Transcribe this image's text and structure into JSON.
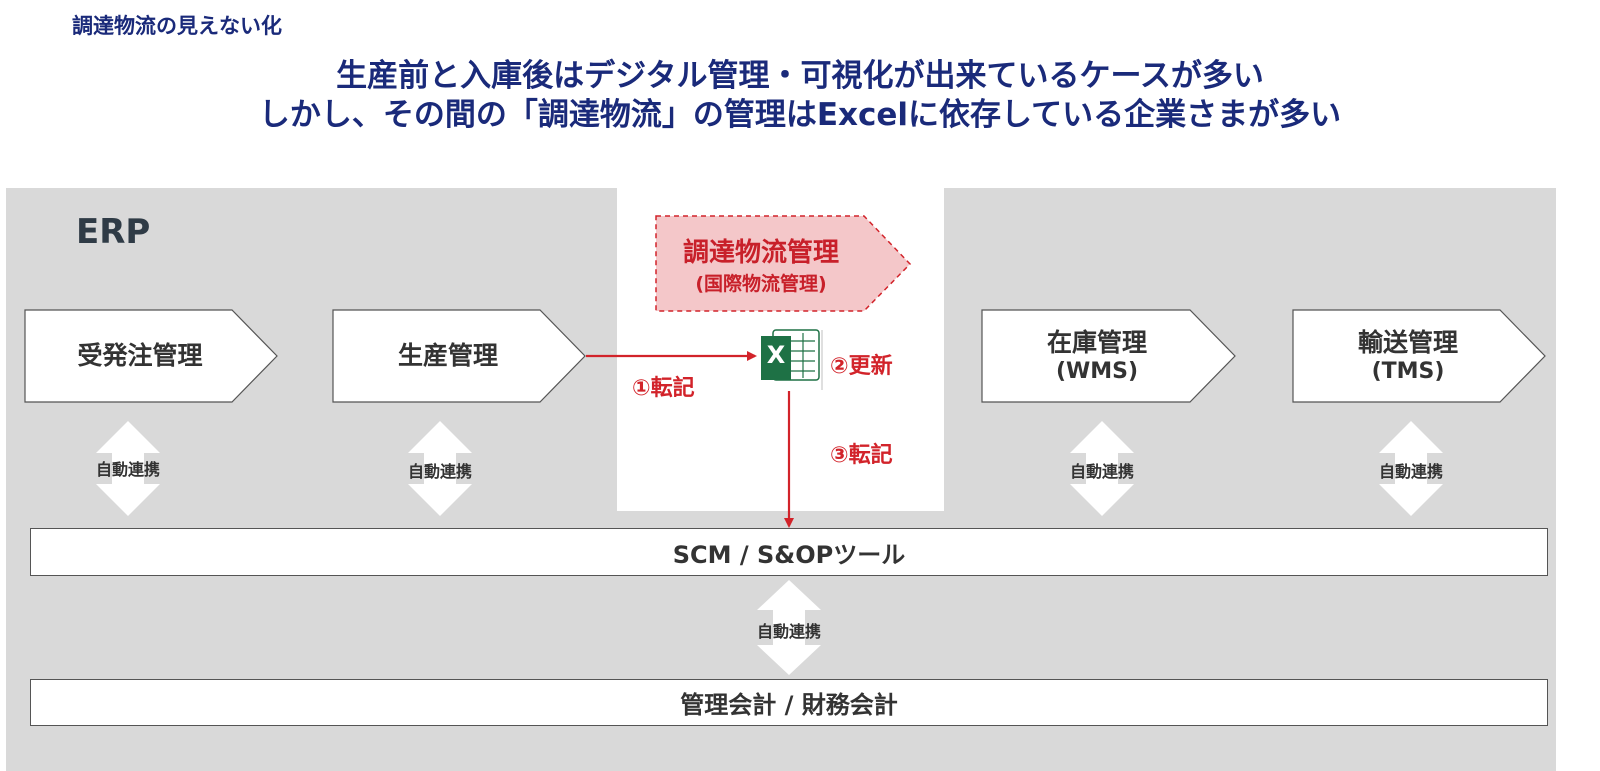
{
  "header": {
    "kicker": "調達物流の見えない化",
    "headline_line1": "生産前と入庫後はデジタル管理・可視化が出来ているケースが多い",
    "headline_line2": "しかし、その間の「調達物流」の管理はExcelに依存している企業さまが多い"
  },
  "diagram": {
    "erp_label": "ERP",
    "process_boxes": [
      {
        "title": "受発注管理",
        "sub": ""
      },
      {
        "title": "生産管理",
        "sub": ""
      },
      {
        "title": "在庫管理",
        "sub": "(WMS)"
      },
      {
        "title": "輸送管理",
        "sub": "(TMS)"
      }
    ],
    "procurement": {
      "title": "調達物流管理",
      "sub": "(国際物流管理)"
    },
    "steps": {
      "step1": "①転記",
      "step2": "②更新",
      "step3": "③転記"
    },
    "excel_icon": "excel-icon",
    "auto_link_label": "自動連携",
    "scm_bar": "SCM / S&OPツール",
    "accounting_bar": "管理会計 / 財務会計"
  },
  "colors": {
    "navy": "#1a2a7a",
    "panel_gray": "#d9d9d9",
    "accent_red": "#d2232a",
    "procurement_fill": "#f4c7c9",
    "excel_green": "#1e7145"
  }
}
